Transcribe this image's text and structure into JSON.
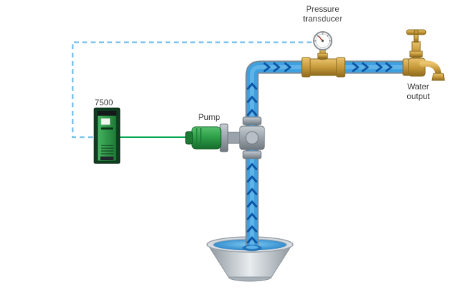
{
  "labels": {
    "pressure_transducer": {
      "line1": "Pressure",
      "line2": "transducer"
    },
    "water_output": {
      "line1": "Water",
      "line2": "output"
    },
    "drive": "7500",
    "pump": "Pump"
  },
  "colors": {
    "pipe_water": "#3fa0e0",
    "pipe_outline": "#7d8792",
    "flow_arrow": "#0b55a4",
    "feedback_signal": "#7cc4ee",
    "control_signal": "#00a84f",
    "equipment_green": "#2fa04a",
    "brass": "#c79a3b",
    "metal_gray": "#9aa3ab",
    "water": "#1b79c0",
    "label_text": "#3a3a3a"
  },
  "flow": {
    "vertical_pipe": "up",
    "horizontal_pipe": "right"
  }
}
